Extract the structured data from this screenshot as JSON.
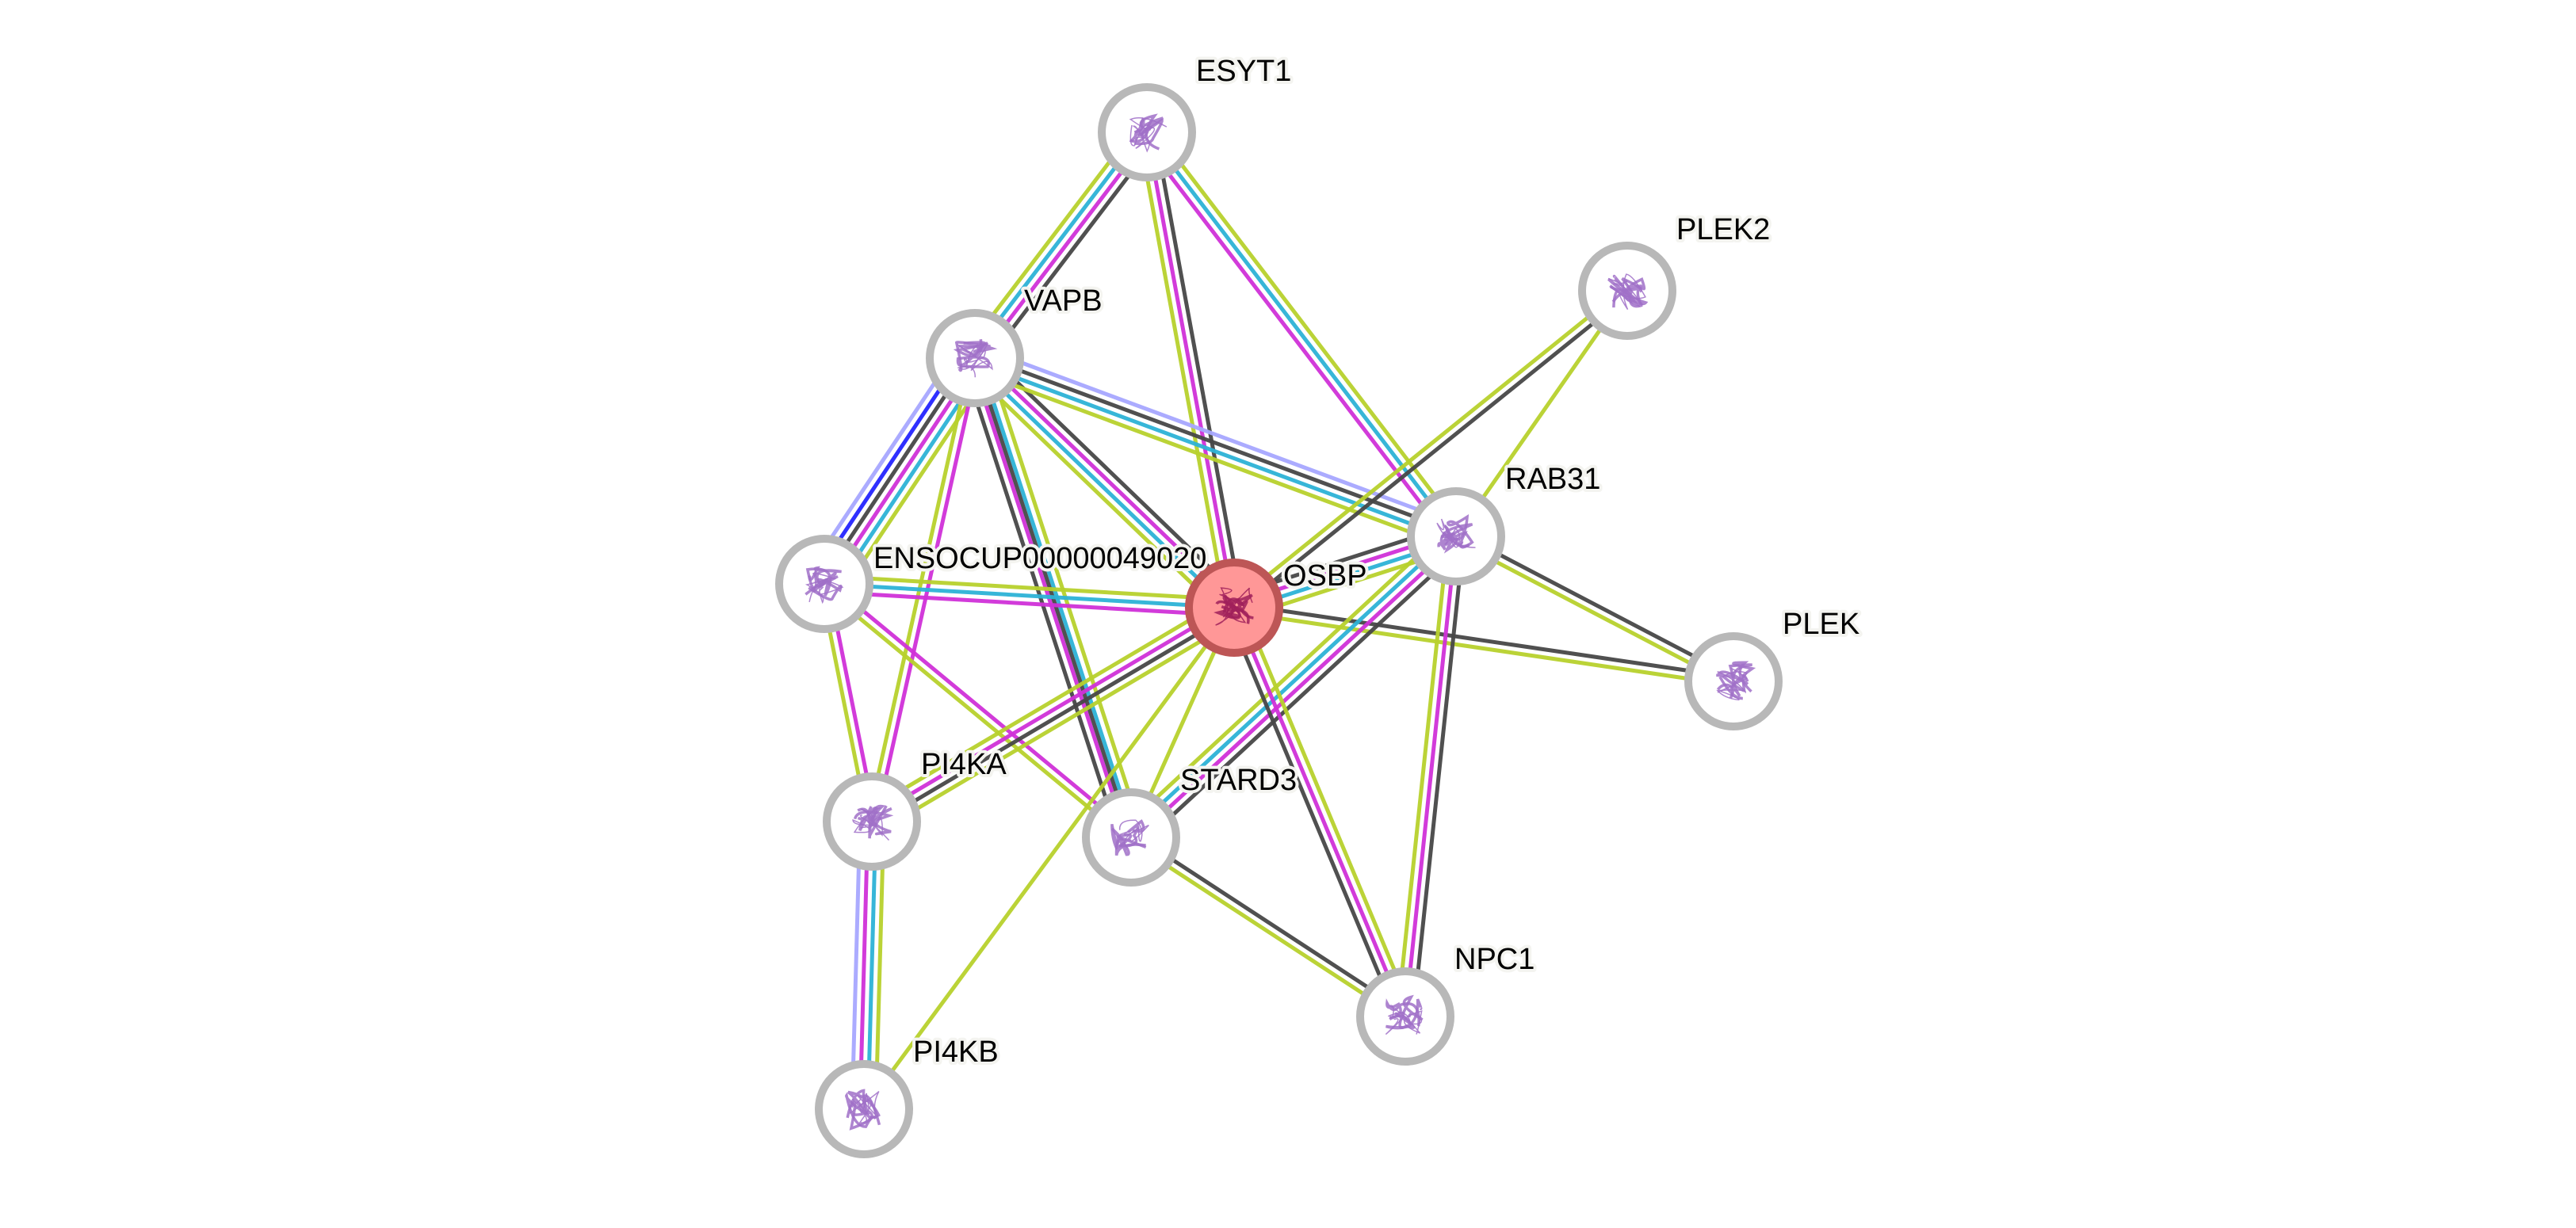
{
  "network": {
    "title": "Protein interaction network (OSBP)",
    "query_protein": "OSBP",
    "colors": {
      "node_border": "#b8b8b8",
      "node_fill": "#ffffff",
      "query_fill": "#ff9797",
      "query_border": "#bd5656",
      "structure": "#a070c8",
      "label_halo": "#f4f4f0"
    },
    "evidence_colors": {
      "black": "#474747",
      "magenta": "#d030d8",
      "cyan": "#2cb2d6",
      "green": "#b7d12c",
      "blue": "#2424ff",
      "lavender": "#a6a6ff"
    },
    "nodes": [
      {
        "id": "ESYT1",
        "label": "ESYT1",
        "query": false
      },
      {
        "id": "PLEK2",
        "label": "PLEK2",
        "query": false
      },
      {
        "id": "VAPB",
        "label": "VAPB",
        "query": false
      },
      {
        "id": "RAB31",
        "label": "RAB31",
        "query": false
      },
      {
        "id": "ENSOCUP",
        "label": "ENSOCUP00000049020",
        "query": false
      },
      {
        "id": "OSBP",
        "label": "OSBP",
        "query": true
      },
      {
        "id": "PLEK",
        "label": "PLEK",
        "query": false
      },
      {
        "id": "PI4KA",
        "label": "PI4KA",
        "query": false
      },
      {
        "id": "STARD3",
        "label": "STARD3",
        "query": false
      },
      {
        "id": "NPC1",
        "label": "NPC1",
        "query": false
      },
      {
        "id": "PI4KB",
        "label": "PI4KB",
        "query": false
      }
    ],
    "edges": [
      {
        "a": "ESYT1",
        "b": "VAPB",
        "evidence": [
          "black",
          "magenta",
          "cyan",
          "green"
        ]
      },
      {
        "a": "ESYT1",
        "b": "OSBP",
        "evidence": [
          "black",
          "magenta",
          "green"
        ]
      },
      {
        "a": "ESYT1",
        "b": "RAB31",
        "evidence": [
          "green",
          "cyan",
          "magenta"
        ]
      },
      {
        "a": "VAPB",
        "b": "OSBP",
        "evidence": [
          "black",
          "magenta",
          "cyan",
          "green"
        ]
      },
      {
        "a": "VAPB",
        "b": "RAB31",
        "evidence": [
          "lavender",
          "black",
          "cyan",
          "green"
        ]
      },
      {
        "a": "VAPB",
        "b": "ENSOCUP",
        "evidence": [
          "green",
          "cyan",
          "magenta",
          "black",
          "blue",
          "lavender"
        ]
      },
      {
        "a": "VAPB",
        "b": "PI4KA",
        "evidence": [
          "magenta",
          "green"
        ]
      },
      {
        "a": "VAPB",
        "b": "STARD3",
        "evidence": [
          "green",
          "cyan",
          "magenta",
          "black"
        ]
      },
      {
        "a": "VAPB",
        "b": "STARD3",
        "evidence": [
          "black"
        ]
      },
      {
        "a": "ENSOCUP",
        "b": "OSBP",
        "evidence": [
          "green",
          "cyan",
          "magenta"
        ]
      },
      {
        "a": "ENSOCUP",
        "b": "PI4KA",
        "evidence": [
          "magenta",
          "green"
        ]
      },
      {
        "a": "ENSOCUP",
        "b": "STARD3",
        "evidence": [
          "magenta",
          "green"
        ]
      },
      {
        "a": "PLEK2",
        "b": "OSBP",
        "evidence": [
          "black",
          "green"
        ]
      },
      {
        "a": "PLEK2",
        "b": "RAB31",
        "evidence": [
          "green"
        ]
      },
      {
        "a": "OSBP",
        "b": "RAB31",
        "evidence": [
          "black",
          "magenta",
          "cyan",
          "green"
        ]
      },
      {
        "a": "OSBP",
        "b": "PLEK",
        "evidence": [
          "black",
          "green"
        ]
      },
      {
        "a": "RAB31",
        "b": "PLEK",
        "evidence": [
          "black",
          "green"
        ]
      },
      {
        "a": "RAB31",
        "b": "STARD3",
        "evidence": [
          "black",
          "magenta",
          "cyan",
          "green"
        ]
      },
      {
        "a": "RAB31",
        "b": "NPC1",
        "evidence": [
          "black",
          "magenta",
          "green"
        ]
      },
      {
        "a": "OSBP",
        "b": "PI4KA",
        "evidence": [
          "green",
          "black",
          "magenta",
          "green"
        ]
      },
      {
        "a": "OSBP",
        "b": "STARD3",
        "evidence": [
          "green"
        ]
      },
      {
        "a": "OSBP",
        "b": "PI4KB",
        "evidence": [
          "green"
        ]
      },
      {
        "a": "OSBP",
        "b": "NPC1",
        "evidence": [
          "green",
          "magenta",
          "black"
        ]
      },
      {
        "a": "STARD3",
        "b": "NPC1",
        "evidence": [
          "black",
          "green"
        ]
      },
      {
        "a": "PI4KA",
        "b": "PI4KB",
        "evidence": [
          "green",
          "cyan",
          "magenta",
          "lavender"
        ]
      }
    ]
  }
}
